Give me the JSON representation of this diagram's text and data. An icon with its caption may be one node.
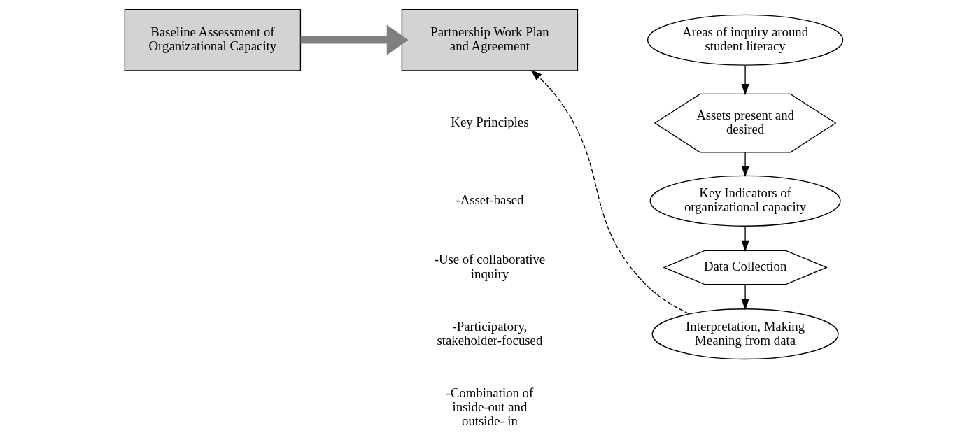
{
  "diagram": {
    "nodes": [
      {
        "text": [
          "Baseline Assessment of Organizational Capacity"
        ]
      },
      {
        "text": [
          "Partnership Work Plan and Agreement"
        ]
      },
      {
        "text": [
          "Areas of inquiry around student literacy"
        ]
      },
      {
        "text": [
          "Assets present and desired"
        ]
      },
      {
        "text": [
          "Key Indicators of organizational capacity"
        ]
      },
      {
        "text": [
          "Data Collection"
        ]
      },
      {
        "text": [
          "Interpretation, Making Meaning from data"
        ]
      }
    ],
    "edges": [
      {
        "from": 0,
        "to": 1,
        "arrow": "to",
        "style": "thick",
        "color": "#808080"
      },
      {
        "from": 2,
        "to": 3,
        "arrow": "to"
      },
      {
        "from": 3,
        "to": 4,
        "arrow": "to"
      },
      {
        "from": 4,
        "to": 5,
        "arrow": "to"
      },
      {
        "from": 5,
        "to": 6,
        "arrow": "to"
      },
      {
        "from": 6,
        "to": 1,
        "arrow": "to",
        "style": "dashed"
      }
    ],
    "labels": [
      "Key Principles",
      "-Asset-based",
      "-Use of collaborative inquiry",
      "-Participatory, stakeholder-focused",
      "-Combination of inside-out and outside- in"
    ]
  }
}
